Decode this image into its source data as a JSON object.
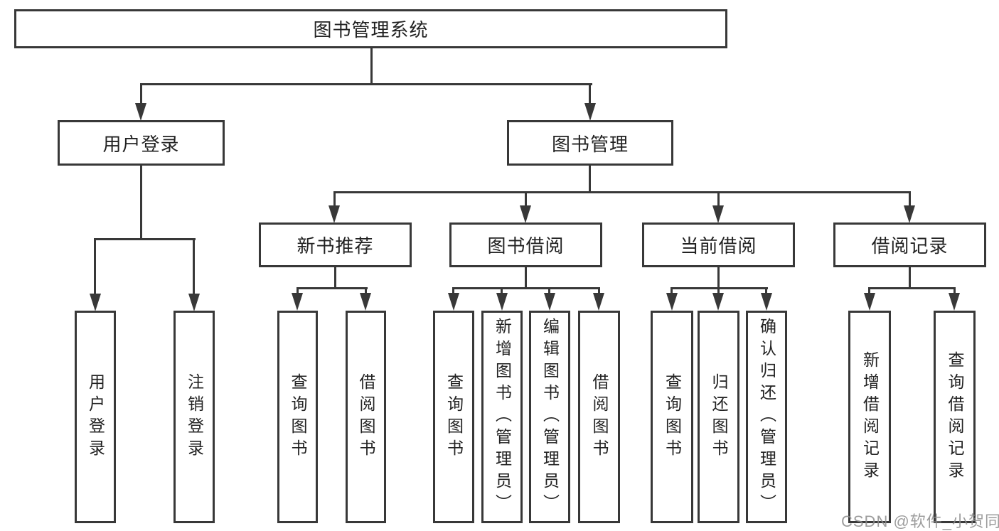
{
  "title": "图书管理系统",
  "tree": {
    "label": "图书管理系统",
    "children": [
      {
        "label": "用户登录",
        "children": [
          {
            "label": "用户登录"
          },
          {
            "label": "注销登录"
          }
        ]
      },
      {
        "label": "图书管理",
        "children": [
          {
            "label": "新书推荐",
            "children": [
              {
                "label": "查询图书"
              },
              {
                "label": "借阅图书"
              }
            ]
          },
          {
            "label": "图书借阅",
            "children": [
              {
                "label": "查询图书"
              },
              {
                "label": "新增图书（管理员）"
              },
              {
                "label": "编辑图书（管理员）"
              },
              {
                "label": "借阅图书"
              }
            ]
          },
          {
            "label": "当前借阅",
            "children": [
              {
                "label": "查询图书"
              },
              {
                "label": "归还图书"
              },
              {
                "label": "确认归还（管理员）"
              }
            ]
          },
          {
            "label": "借阅记录",
            "children": [
              {
                "label": "新增借阅记录"
              },
              {
                "label": "查询借阅记录"
              }
            ]
          }
        ]
      }
    ]
  },
  "watermark": "CSDN @软件_小贺同学",
  "colors": {
    "line": "#383838",
    "text": "#222222",
    "box_background": "#ffffff",
    "watermark": "#8c8c8c",
    "background": "#ffffff"
  }
}
